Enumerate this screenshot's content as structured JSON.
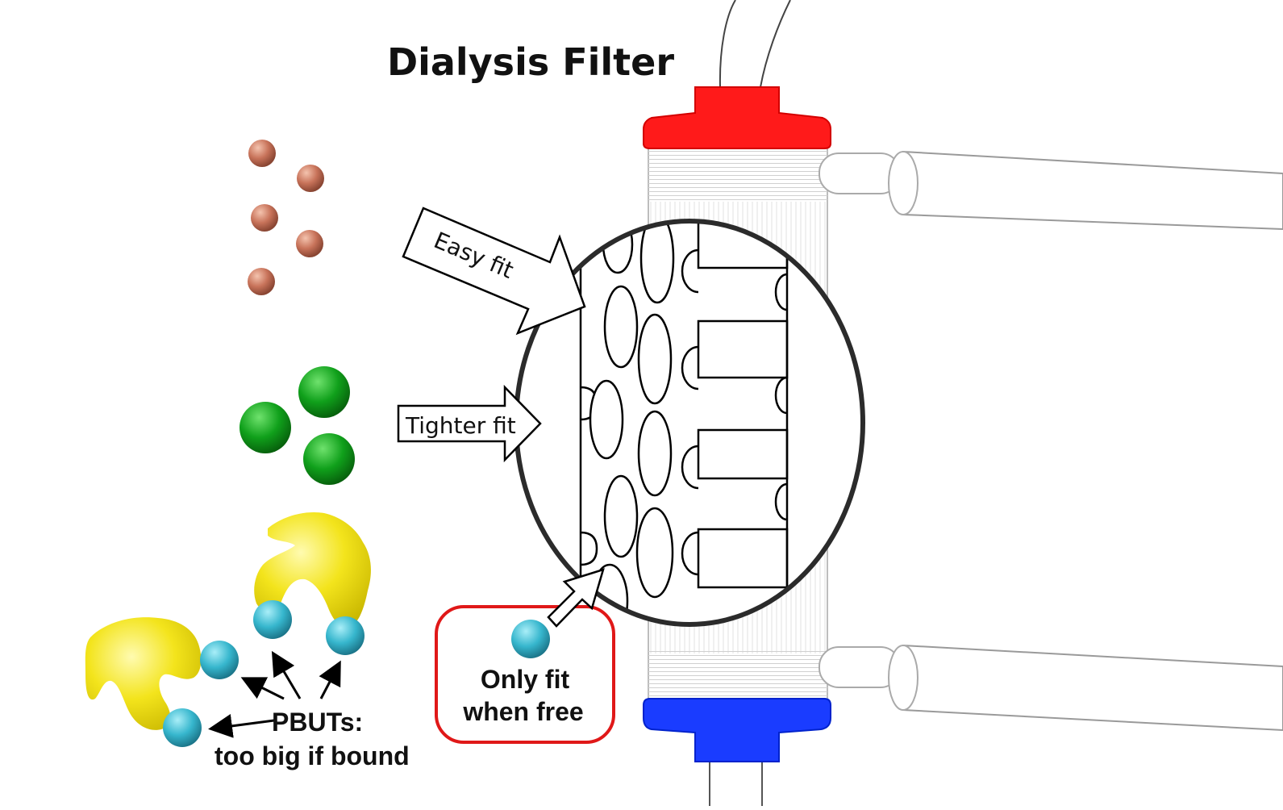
{
  "diagram": {
    "title": "Dialysis Filter",
    "labels": {
      "easy_fit": "Easy fit",
      "tighter_fit": "Tighter fit",
      "only_fit_line1": "Only fit",
      "only_fit_line2": "when free",
      "pbuts_line1": "PBUTs:",
      "pbuts_line2": "too big if bound"
    },
    "colors": {
      "small_molecule": "#c8735a",
      "medium_molecule": "#12a01c",
      "protein": "#f2e31a",
      "pbut": "#3bb8cf",
      "arterial_cap": "#ff1a1a",
      "venous_cap": "#1a3cff",
      "highlight_box": "#e01818"
    },
    "icons": {
      "small_molecules": "small-molecule-spheres",
      "medium_molecules": "medium-molecule-spheres",
      "bound_toxins": "protein-bound-uremic-toxin-complexes",
      "filter": "dialyzer-cartridge",
      "zoom": "membrane-pore-magnifier"
    }
  }
}
